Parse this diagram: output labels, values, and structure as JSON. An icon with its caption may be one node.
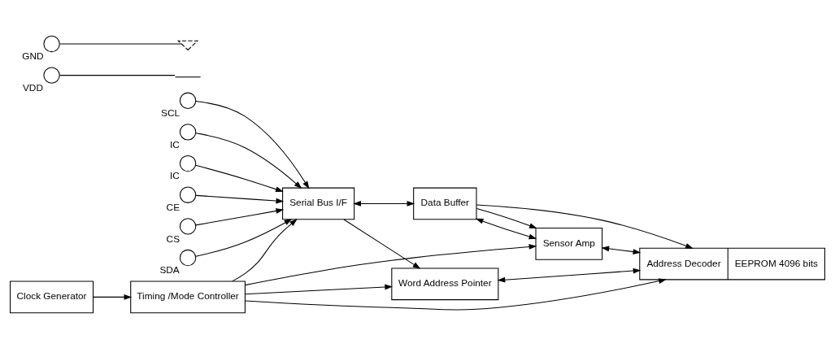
{
  "diagram": {
    "nodes": [
      {
        "text": [],
        "shape": "circle",
        "beside": [
          "CE"
        ]
      },
      {
        "text": [],
        "shape": "circle",
        "beside": [
          "CS"
        ]
      },
      {
        "text": [],
        "shape": "circle",
        "beside": [
          "SDA"
        ]
      },
      {
        "text": [],
        "shape": "circle",
        "beside": [
          "SCL"
        ]
      },
      {
        "text": [],
        "shape": "circle",
        "beside": [
          "IC"
        ]
      },
      {
        "text": [],
        "shape": "circle",
        "beside": [
          "IC"
        ]
      },
      {
        "text": [],
        "shape": "circle",
        "beside": [
          "VDD"
        ]
      },
      {
        "text": [],
        "shape": "circle",
        "beside": [
          "GND"
        ]
      },
      {
        "text": [
          "Serial Bus I/F"
        ]
      },
      {
        "text": [
          "Word Address Pointer"
        ]
      },
      {
        "text": [
          "Address Decoder",
          "EEPROM 4096 bits"
        ]
      },
      {
        "text": [
          "Data Buffer"
        ]
      },
      {
        "text": [
          "Sensor Amp"
        ]
      },
      {
        "text": [
          "Timing /Mode Controller"
        ]
      },
      {
        "text": [
          "Clock Generator"
        ]
      },
      {
        "text": [],
        "shape": "bar"
      },
      {
        "text": [],
        "shape": "ground"
      }
    ],
    "edges": [
      {
        "from": 0,
        "to": 8,
        "arrow": "to"
      },
      {
        "from": 1,
        "to": 8,
        "arrow": "to"
      },
      {
        "from": 2,
        "to": 8,
        "arrow": "to"
      },
      {
        "from": 3,
        "to": 8,
        "arrow": "to"
      },
      {
        "from": 4,
        "to": 8,
        "arrow": "to"
      },
      {
        "from": 5,
        "to": 8,
        "arrow": "to"
      },
      {
        "from": 8,
        "to": 11,
        "arrow": "both"
      },
      {
        "from": 8,
        "to": 9,
        "arrow": "to"
      },
      {
        "from": 13,
        "to": 8,
        "arrow": "to"
      },
      {
        "from": 13,
        "to": 9,
        "arrow": "to"
      },
      {
        "from": 9,
        "to": 10,
        "arrow": "both"
      },
      {
        "from": 11,
        "to": 12,
        "arrow": "both"
      },
      {
        "from": 12,
        "to": 10,
        "arrow": "both"
      },
      {
        "from": 13,
        "to": 10,
        "arrow": "to"
      },
      {
        "from": 13,
        "to": 12,
        "arrow": "to"
      },
      {
        "from": 11,
        "to": 10,
        "arrow": "to"
      },
      {
        "from": 11,
        "to": 12,
        "arrow": "to"
      },
      {
        "from": 14,
        "to": 13,
        "arrow": "to"
      },
      {
        "from": 6,
        "to": 15,
        "arrow": "none"
      },
      {
        "from": 7,
        "to": 16,
        "arrow": "none"
      }
    ]
  }
}
